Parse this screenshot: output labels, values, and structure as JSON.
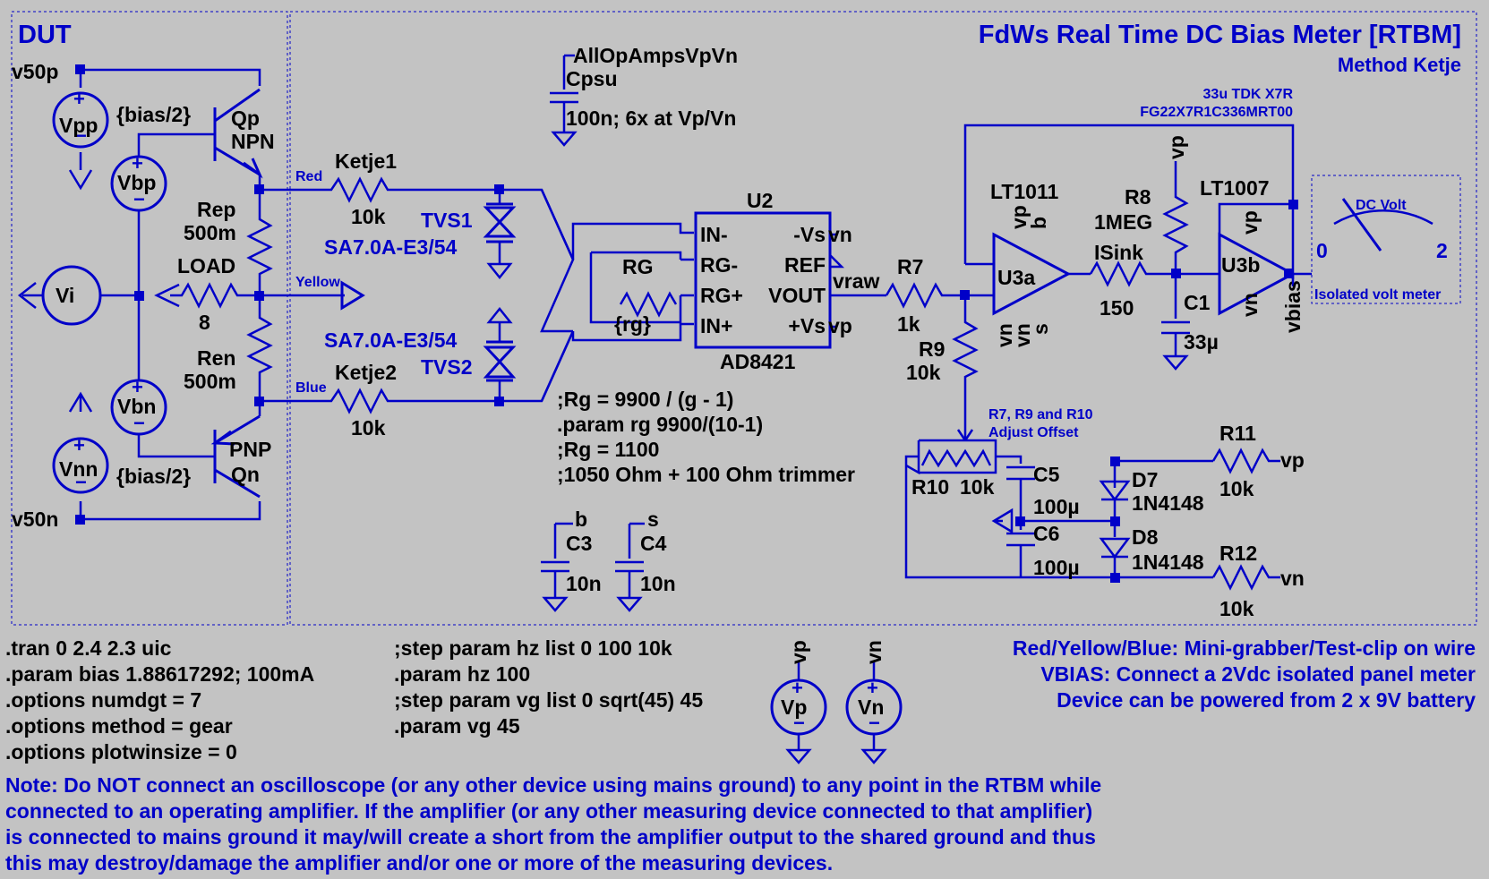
{
  "title": "FdWs Real Time DC Bias Meter [RTBM]",
  "subtitle": "Method Ketje",
  "dut": {
    "label": "DUT",
    "v50p": "v50p",
    "v50n": "v50n",
    "vpp": "Vpp",
    "vbp": "Vbp",
    "vbn": "Vbn",
    "vnn": "Vnn",
    "vi": "Vi",
    "bias_half_top": "{bias/2}",
    "bias_half_bot": "{bias/2}",
    "qp": "Qp",
    "npn": "NPN",
    "qn": "Qn",
    "pnp": "PNP",
    "rep": "Rep",
    "rep_val": "500m",
    "ren": "Ren",
    "ren_val": "500m",
    "load": "LOAD",
    "load_val": "8"
  },
  "wires": {
    "red": "Red",
    "yellow": "Yellow",
    "blue": "Blue"
  },
  "parts": {
    "ketje1": "Ketje1",
    "ketje1_val": "10k",
    "ketje2": "Ketje2",
    "ketje2_val": "10k",
    "tvs1": "TVS1",
    "tvs2": "TVS2",
    "tvs_part1": "SA7.0A-E3/54",
    "tvs_part2": "SA7.0A-E3/54",
    "cpsu_net": "AllOpAmpsVpVn",
    "cpsu": "Cpsu",
    "cpsu_val": "100n; 6x at Vp/Vn",
    "u2": "U2",
    "u2_part": "AD8421",
    "u2_pins": {
      "in_minus": "IN-",
      "rg_minus": "RG-",
      "rg_plus": "RG+",
      "in_plus": "IN+",
      "neg_vs": "-Vs",
      "ref": "REF",
      "vout": "VOUT",
      "pos_vs": "+Vs"
    },
    "rg": "RG",
    "rg_val": "{rg}",
    "net_vn": "vn",
    "net_vp": "vp",
    "net_vraw": "vraw",
    "r7": "R7",
    "r7_val": "1k",
    "r9": "R9",
    "r9_val": "10k",
    "r10": "R10",
    "r10_val": "10k",
    "offset_note1": "R7, R9 and R10",
    "offset_note2": "Adjust Offset",
    "lt1011": "LT1011",
    "u3a": "U3a",
    "u3a_pins": {
      "vp": "vp",
      "b": "b",
      "vn1": "vn",
      "vn2": "vn",
      "s": "s"
    },
    "c1_note1": "33u TDK X7R",
    "c1_note2": "FG22X7R1C336MRT00",
    "r8": "R8",
    "r8_val": "1MEG",
    "r8_net": "vp",
    "isink": "ISink",
    "isink_val": "150",
    "c1": "C1",
    "c1_val": "33µ",
    "lt1007": "LT1007",
    "u3b": "U3b",
    "u3b_vp": "vp",
    "u3b_vn": "vn",
    "vbias": "vbias",
    "meter_title": "DC Volt",
    "meter_min": "0",
    "meter_max": "2",
    "meter_label": "Isolated volt meter",
    "c5": "C5",
    "c5_val": "100µ",
    "c6": "C6",
    "c6_val": "100µ",
    "d7": "D7",
    "d7_part": "1N4148",
    "d8": "D8",
    "d8_part": "1N4148",
    "r11": "R11",
    "r11_val": "10k",
    "r11_net": "vp",
    "r12": "R12",
    "r12_val": "10k",
    "r12_net": "vn",
    "c3": "C3",
    "c3_val": "10n",
    "c3_net": "b",
    "c4": "C4",
    "c4_val": "10n",
    "c4_net": "s",
    "vp_src": "Vp",
    "vp_net": "vp",
    "vn_src": "Vn",
    "vn_net": "vn"
  },
  "rg_comments": [
    ";Rg = 9900 / (g - 1)",
    ".param rg 9900/(10-1)",
    ";Rg = 1100",
    ";1050 Ohm + 100 Ohm trimmer"
  ],
  "directives_left": [
    ".tran 0 2.4 2.3 uic",
    ".param bias 1.88617292; 100mA",
    ".options numdgt = 7",
    ".options method = gear",
    ".options plotwinsize = 0"
  ],
  "directives_mid": [
    ";step param hz list 0 100 10k",
    ".param hz 100",
    ";step param vg list 0 sqrt(45) 45",
    ".param vg 45"
  ],
  "notes_right": [
    "Red/Yellow/Blue: Mini-grabber/Test-clip on wire",
    "VBIAS: Connect a 2Vdc isolated panel meter",
    "Device can be powered from 2 x 9V battery"
  ],
  "warning": [
    "Note: Do NOT connect an oscilloscope (or any other device using mains ground) to any point in the RTBM while",
    "connected to an operating amplifier. If the amplifier (or any other measuring device connected to that amplifier)",
    "is connected to mains ground it may/will create a short from the amplifier output to the shared ground and thus",
    "this may destroy/damage the amplifier and/or one or more of the measuring devices."
  ],
  "colors": {
    "wire": "#0000c8",
    "text": "#000000",
    "background": "#c3c3c3"
  }
}
